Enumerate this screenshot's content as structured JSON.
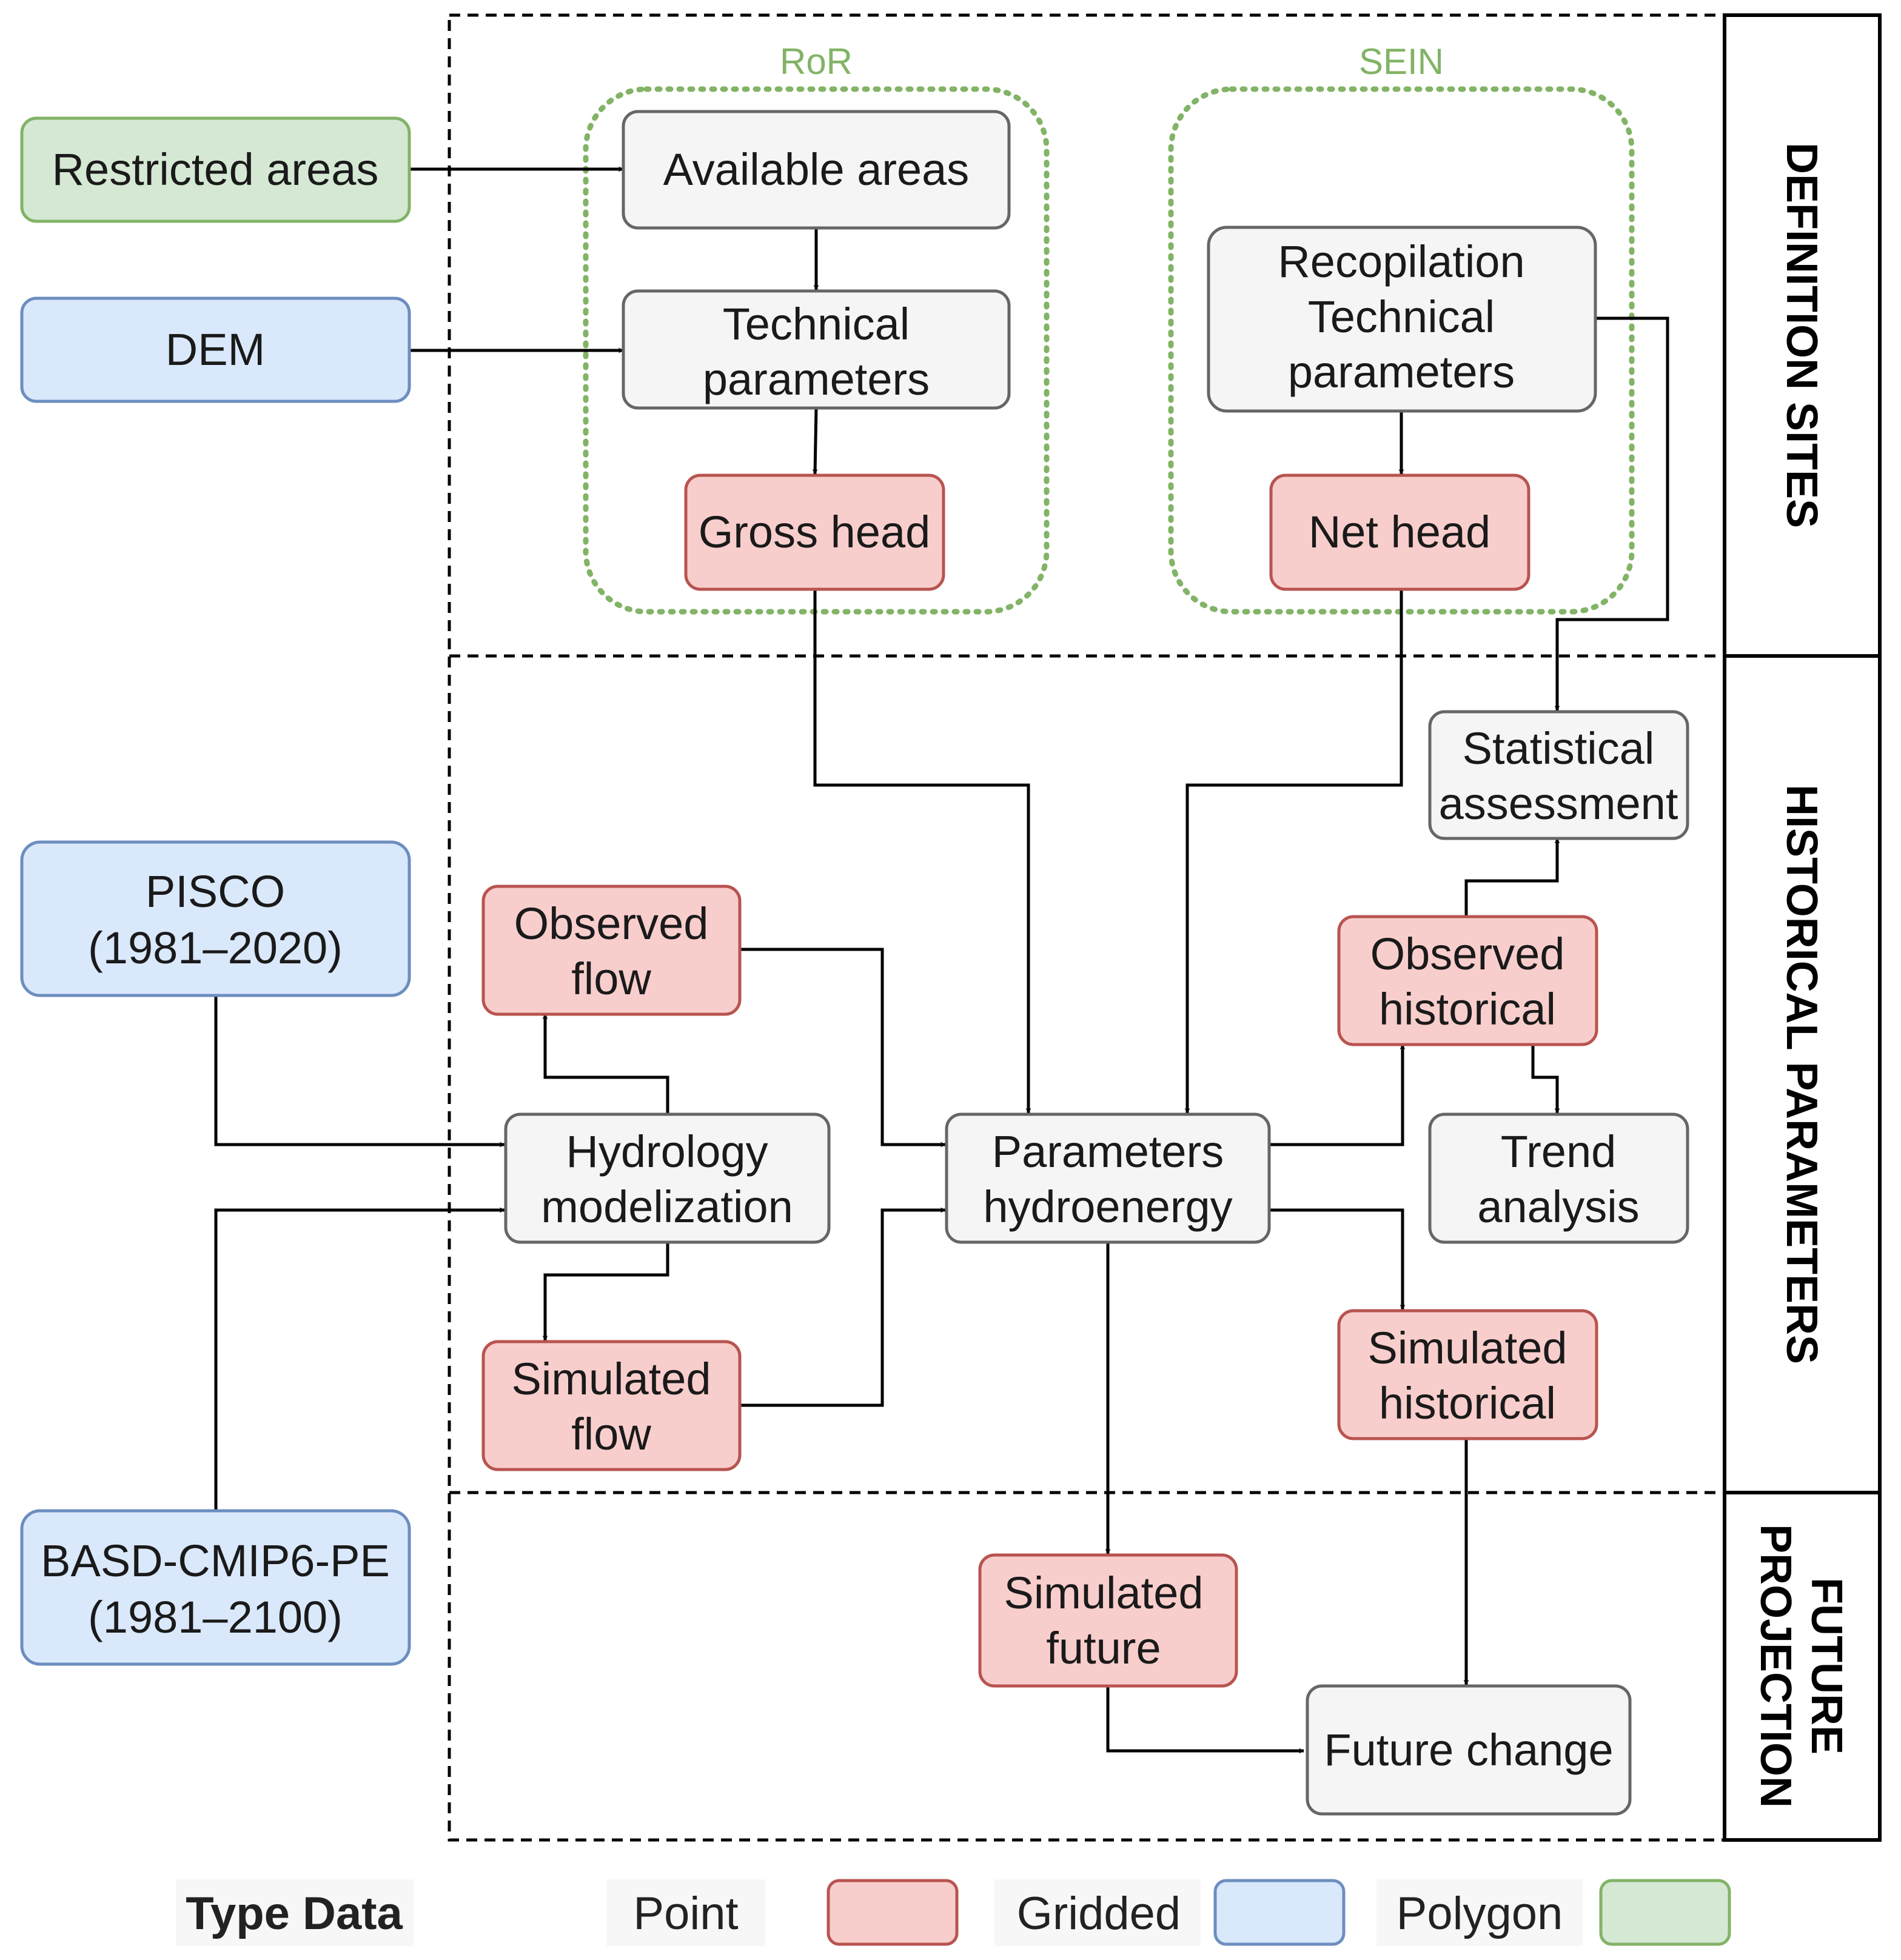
{
  "groups": {
    "ror": "RoR",
    "sein": "SEIN"
  },
  "sections": {
    "definition": [
      "DEFINITION SITES"
    ],
    "historical": [
      "HISTORICAL PARAMETERS"
    ],
    "future": [
      "FUTURE",
      "PROJECTION"
    ]
  },
  "inputs": {
    "restricted_areas": [
      "Restricted areas"
    ],
    "dem": [
      "DEM"
    ],
    "pisco": [
      "PISCO",
      "(1981–2020)"
    ],
    "basd": [
      "BASD-CMIP6-PE",
      "(1981–2100)"
    ]
  },
  "nodes": {
    "available_areas": [
      "Available areas"
    ],
    "technical_parameters": [
      "Technical",
      "parameters"
    ],
    "gross_head": [
      "Gross head"
    ],
    "recopilation": [
      "Recopilation",
      "Technical",
      "parameters"
    ],
    "net_head": [
      "Net head"
    ],
    "statistical_assessment": [
      "Statistical",
      "assessment"
    ],
    "observed_flow": [
      "Observed",
      "flow"
    ],
    "hydrology_modelization": [
      "Hydrology",
      "modelization"
    ],
    "simulated_flow": [
      "Simulated",
      "flow"
    ],
    "parameters_hydroenergy": [
      "Parameters",
      "hydroenergy"
    ],
    "observed_historical": [
      "Observed",
      "historical"
    ],
    "trend_analysis": [
      "Trend",
      "analysis"
    ],
    "simulated_historical": [
      "Simulated",
      "historical"
    ],
    "simulated_future": [
      "Simulated",
      "future"
    ],
    "future_change": [
      "Future change"
    ]
  },
  "legend": {
    "title": "Type Data",
    "items": [
      {
        "label": "Point",
        "color": "#f8cecc",
        "stroke": "#b85450"
      },
      {
        "label": "Gridded",
        "color": "#dae8fc",
        "stroke": "#6c8ebf"
      },
      {
        "label": "Polygon",
        "color": "#d5e8d4",
        "stroke": "#82b366"
      }
    ]
  },
  "colors": {
    "point_fill": "#f8cecc",
    "point_stroke": "#b85450",
    "gridded_fill": "#dae8fc",
    "gridded_stroke": "#6c8ebf",
    "polygon_fill": "#d5e8d4",
    "polygon_stroke": "#82b366",
    "process_fill": "#f5f5f5",
    "process_stroke": "#666666",
    "group_stroke": "#82b366"
  }
}
